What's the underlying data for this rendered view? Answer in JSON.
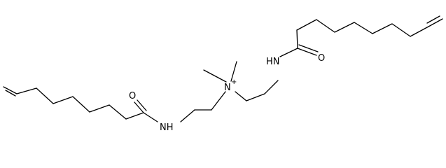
{
  "labels": {
    "o_left": "O",
    "nh_left": "NH",
    "n_center": "N",
    "n_charge": "+",
    "nh_right": "HN",
    "o_right": "O"
  },
  "colors": {
    "bond": "#000000",
    "text": "#000000",
    "background": "#ffffff"
  }
}
